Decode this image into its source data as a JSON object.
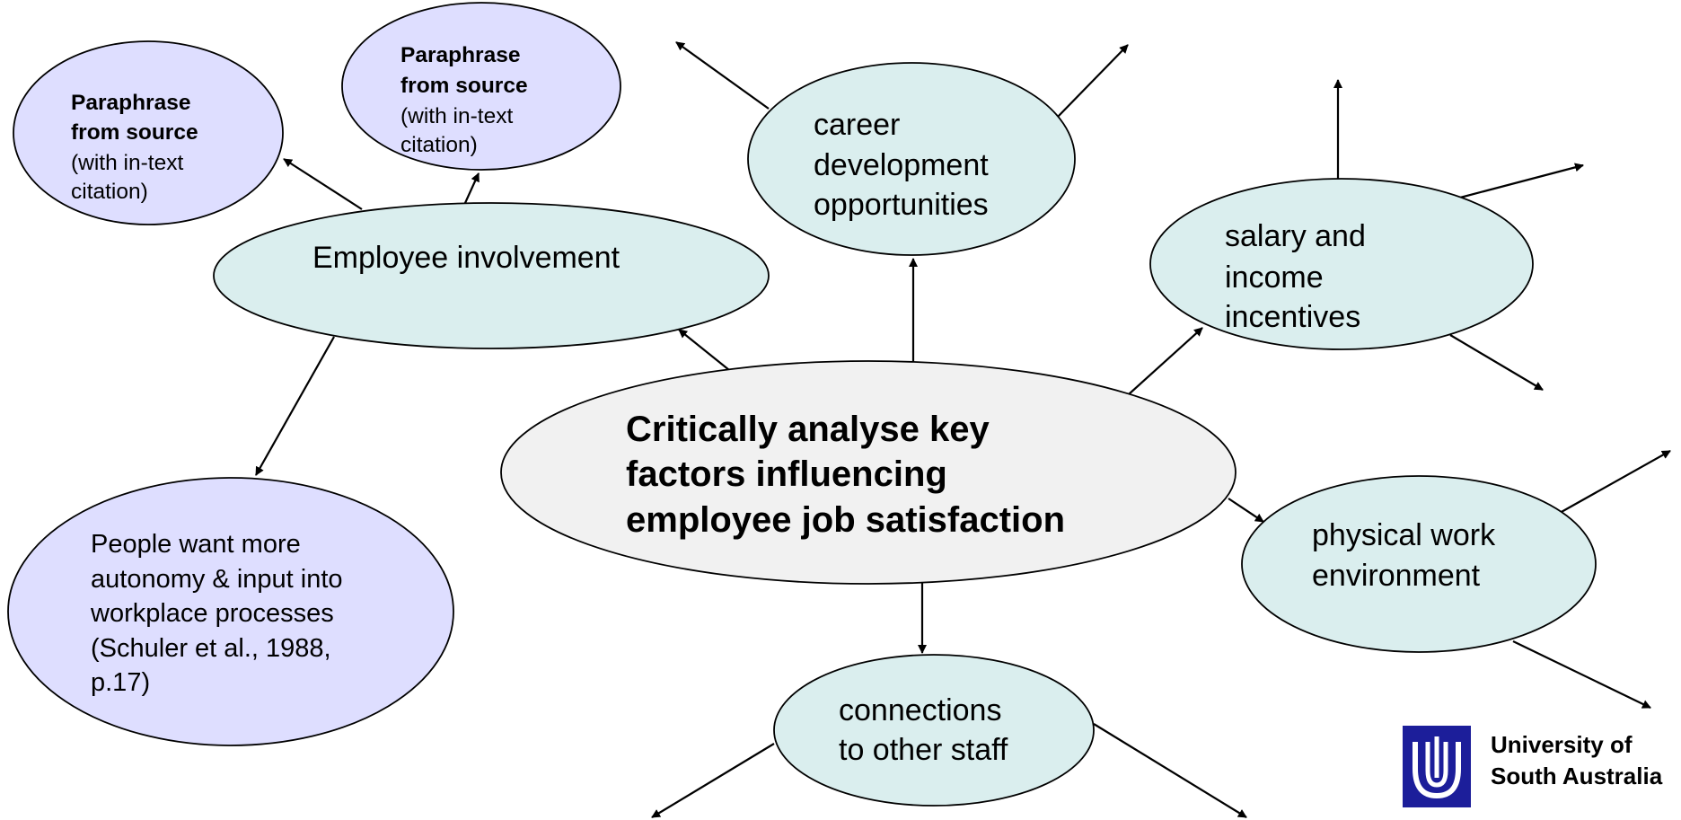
{
  "colors": {
    "central_fill": "#f1f1f1",
    "factor_fill": "#daeeee",
    "note_fill": "#dedeff",
    "line": "#000000",
    "logo_blue": "#1c1e9a"
  },
  "central": {
    "lines": [
      "Critically analyse key",
      "factors influencing",
      "employee job satisfaction"
    ]
  },
  "factors": {
    "employee_involvement": "Employee involvement",
    "career": [
      "career",
      "development",
      "opportunities"
    ],
    "salary": [
      "salary and",
      "income",
      "incentives"
    ],
    "physical": [
      "physical work",
      "environment"
    ],
    "connections": [
      "connections",
      "to other staff"
    ]
  },
  "notes": {
    "paraphrase_left": {
      "bold": [
        "Paraphrase",
        "from source"
      ],
      "normal": [
        "(with in-text",
        "citation)"
      ]
    },
    "paraphrase_top": {
      "bold": [
        "Paraphrase",
        "from source"
      ],
      "normal": [
        "(with in-text",
        "citation)"
      ]
    },
    "people": [
      "People want more",
      "autonomy & input into",
      "workplace processes",
      "(Schuler et al., 1988,",
      "p.17)"
    ]
  },
  "logo": {
    "icon": "university-logo-icon",
    "line1": "University of",
    "line2": "South Australia"
  }
}
